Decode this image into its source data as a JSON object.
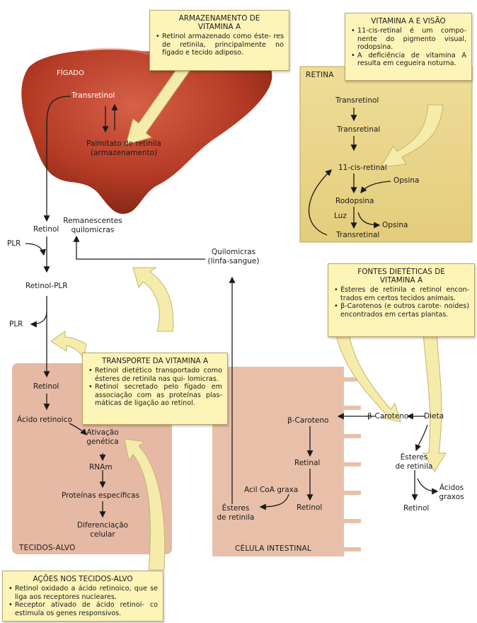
{
  "colors": {
    "liver": "#b8412a",
    "retina": "#e9d68a",
    "tissue": "#e3b7a3",
    "intestine": "#e6bda6",
    "callout": "#fdf4b8",
    "arrow": "#f3eaa0"
  },
  "liver": {
    "title": "FÍGADO",
    "transretinol": "Transretinol",
    "palmitato_1": "Palmitato de retinila",
    "palmitato_2": "(armazenamento)",
    "retinol": "Retinol",
    "remanescentes_1": "Remanescentes",
    "remanescentes_2": "quilomicras"
  },
  "blood": {
    "plr_in": "PLR",
    "retinol_plr": "Retinol-PLR",
    "plr_out": "PLR",
    "quilomicras_1": "Quilomicras",
    "quilomicras_2": "(linfa-sangue)"
  },
  "retina": {
    "title": "RETINA",
    "transretinol": "Transretinol",
    "transretinal_top": "Transretinal",
    "cis_retinal": "11-cis-retinal",
    "opsina_in": "Opsina",
    "rodopsina": "Rodopsina",
    "luz": "Luz",
    "opsina_out": "Opsina",
    "transretinal_bottom": "Transretinal"
  },
  "tissue": {
    "title": "TECIDOS-ALVO",
    "retinol": "Retinol",
    "acido": "Ácido retinoico",
    "ativacao_1": "Ativação",
    "ativacao_2": "genética",
    "rnam": "RNAm",
    "proteinas": "Proteínas específicas",
    "diferenciacao_1": "Diferenciação",
    "diferenciacao_2": "celular"
  },
  "intestine": {
    "title": "CÉLULA INTESTINAL",
    "beta_caroteno": "β-Caroteno",
    "retinal": "Retinal",
    "acil": "Acil CoA graxa",
    "retinol": "Retinol",
    "esteres_1": "Ésteres",
    "esteres_2": "de retinila"
  },
  "diet": {
    "beta_caroteno": "β-Caroteno",
    "dieta": "Dieta",
    "esteres_1": "Ésteres",
    "esteres_2": "de retinila",
    "retinol": "Retinol",
    "acidos_1": "Ácidos",
    "acidos_2": "graxos"
  },
  "callouts": {
    "armazenamento": {
      "title_1": "ARMAZENAMENTO DE",
      "title_2": "VITAMINA A",
      "bullet_1": "Retinol armazenado como éste- res de retinila, principalmente no fígado e tecido adiposo."
    },
    "visao": {
      "title": "VITAMINA A E VISÃO",
      "bullet_1": "11-cis-retinal é um compo- nente do pigmento visual, rodopsina.",
      "bullet_2": "A deficiência de vitamina A resulta em cegueira noturna."
    },
    "fontes": {
      "title_1": "FONTES DIETÉTICAS DE",
      "title_2": "VITAMINA A",
      "bullet_1": "Ésteres de retinila e retinol encon- trados em certos tecidos animais.",
      "bullet_2": "β-Carotenos (e outros carote- noides) encontrados em certas plantas."
    },
    "transporte": {
      "title": "TRANSPORTE DA VITAMINA A",
      "bullet_1": "Retinol dietético transportado como ésteres de retinila nas qui- lomicras.",
      "bullet_2": "Retinol secretado pelo fígado em associação com as proteínas plas- máticas de ligação ao retinol."
    },
    "acoes": {
      "title": "AÇÕES NOS TECIDOS-ALVO",
      "bullet_1": "Retinol oxidado a ácido retinoico, que se liga aos receptores nucleares.",
      "bullet_2": "Receptor ativado de ácido retinoi- co estimula os genes responsivos."
    }
  }
}
